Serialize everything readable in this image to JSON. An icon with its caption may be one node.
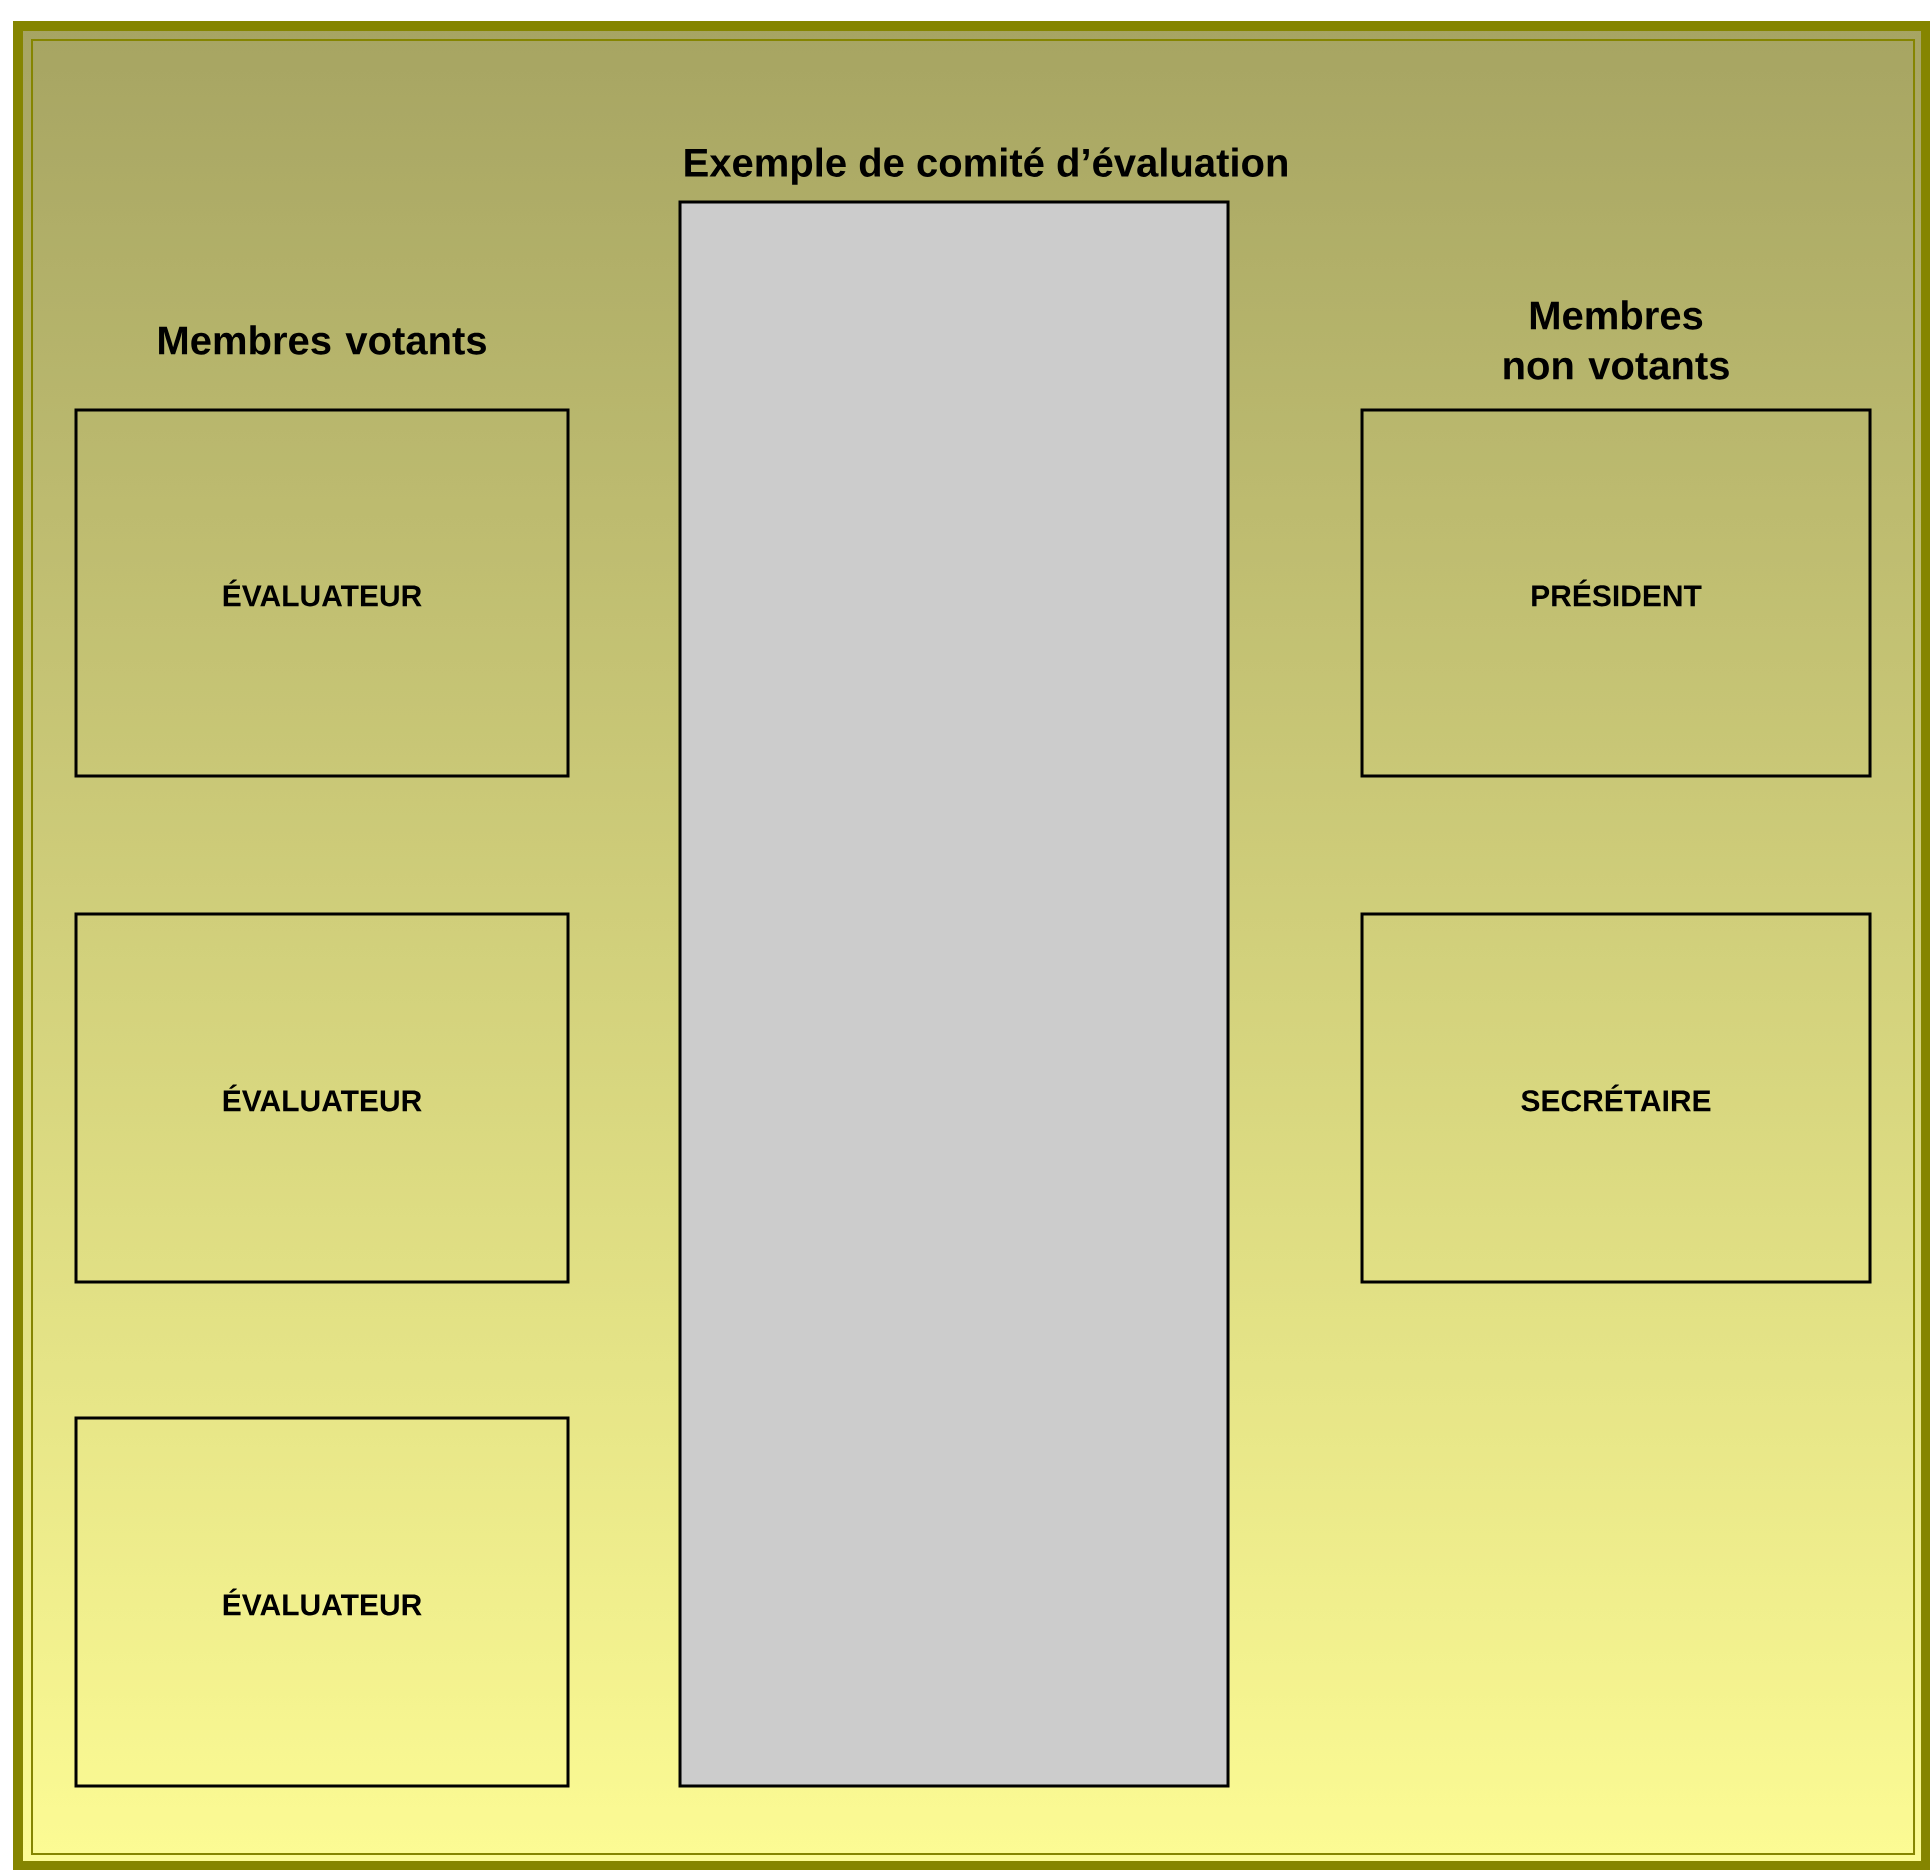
{
  "diagram": {
    "title": "Exemple de comité d’évaluation",
    "nodes": [
      {
        "text": [
          "ÉVALUATEUR"
        ]
      },
      {
        "text": [
          "ÉVALUATEUR"
        ]
      },
      {
        "text": [
          "ÉVALUATEUR"
        ]
      },
      {
        "text": [],
        "shape": "box"
      },
      {
        "text": [
          "PRÉSIDENT"
        ]
      },
      {
        "text": [
          "SECRÉTAIRE"
        ]
      }
    ],
    "labels": [
      "Membres votants",
      "Membres non votants"
    ]
  }
}
